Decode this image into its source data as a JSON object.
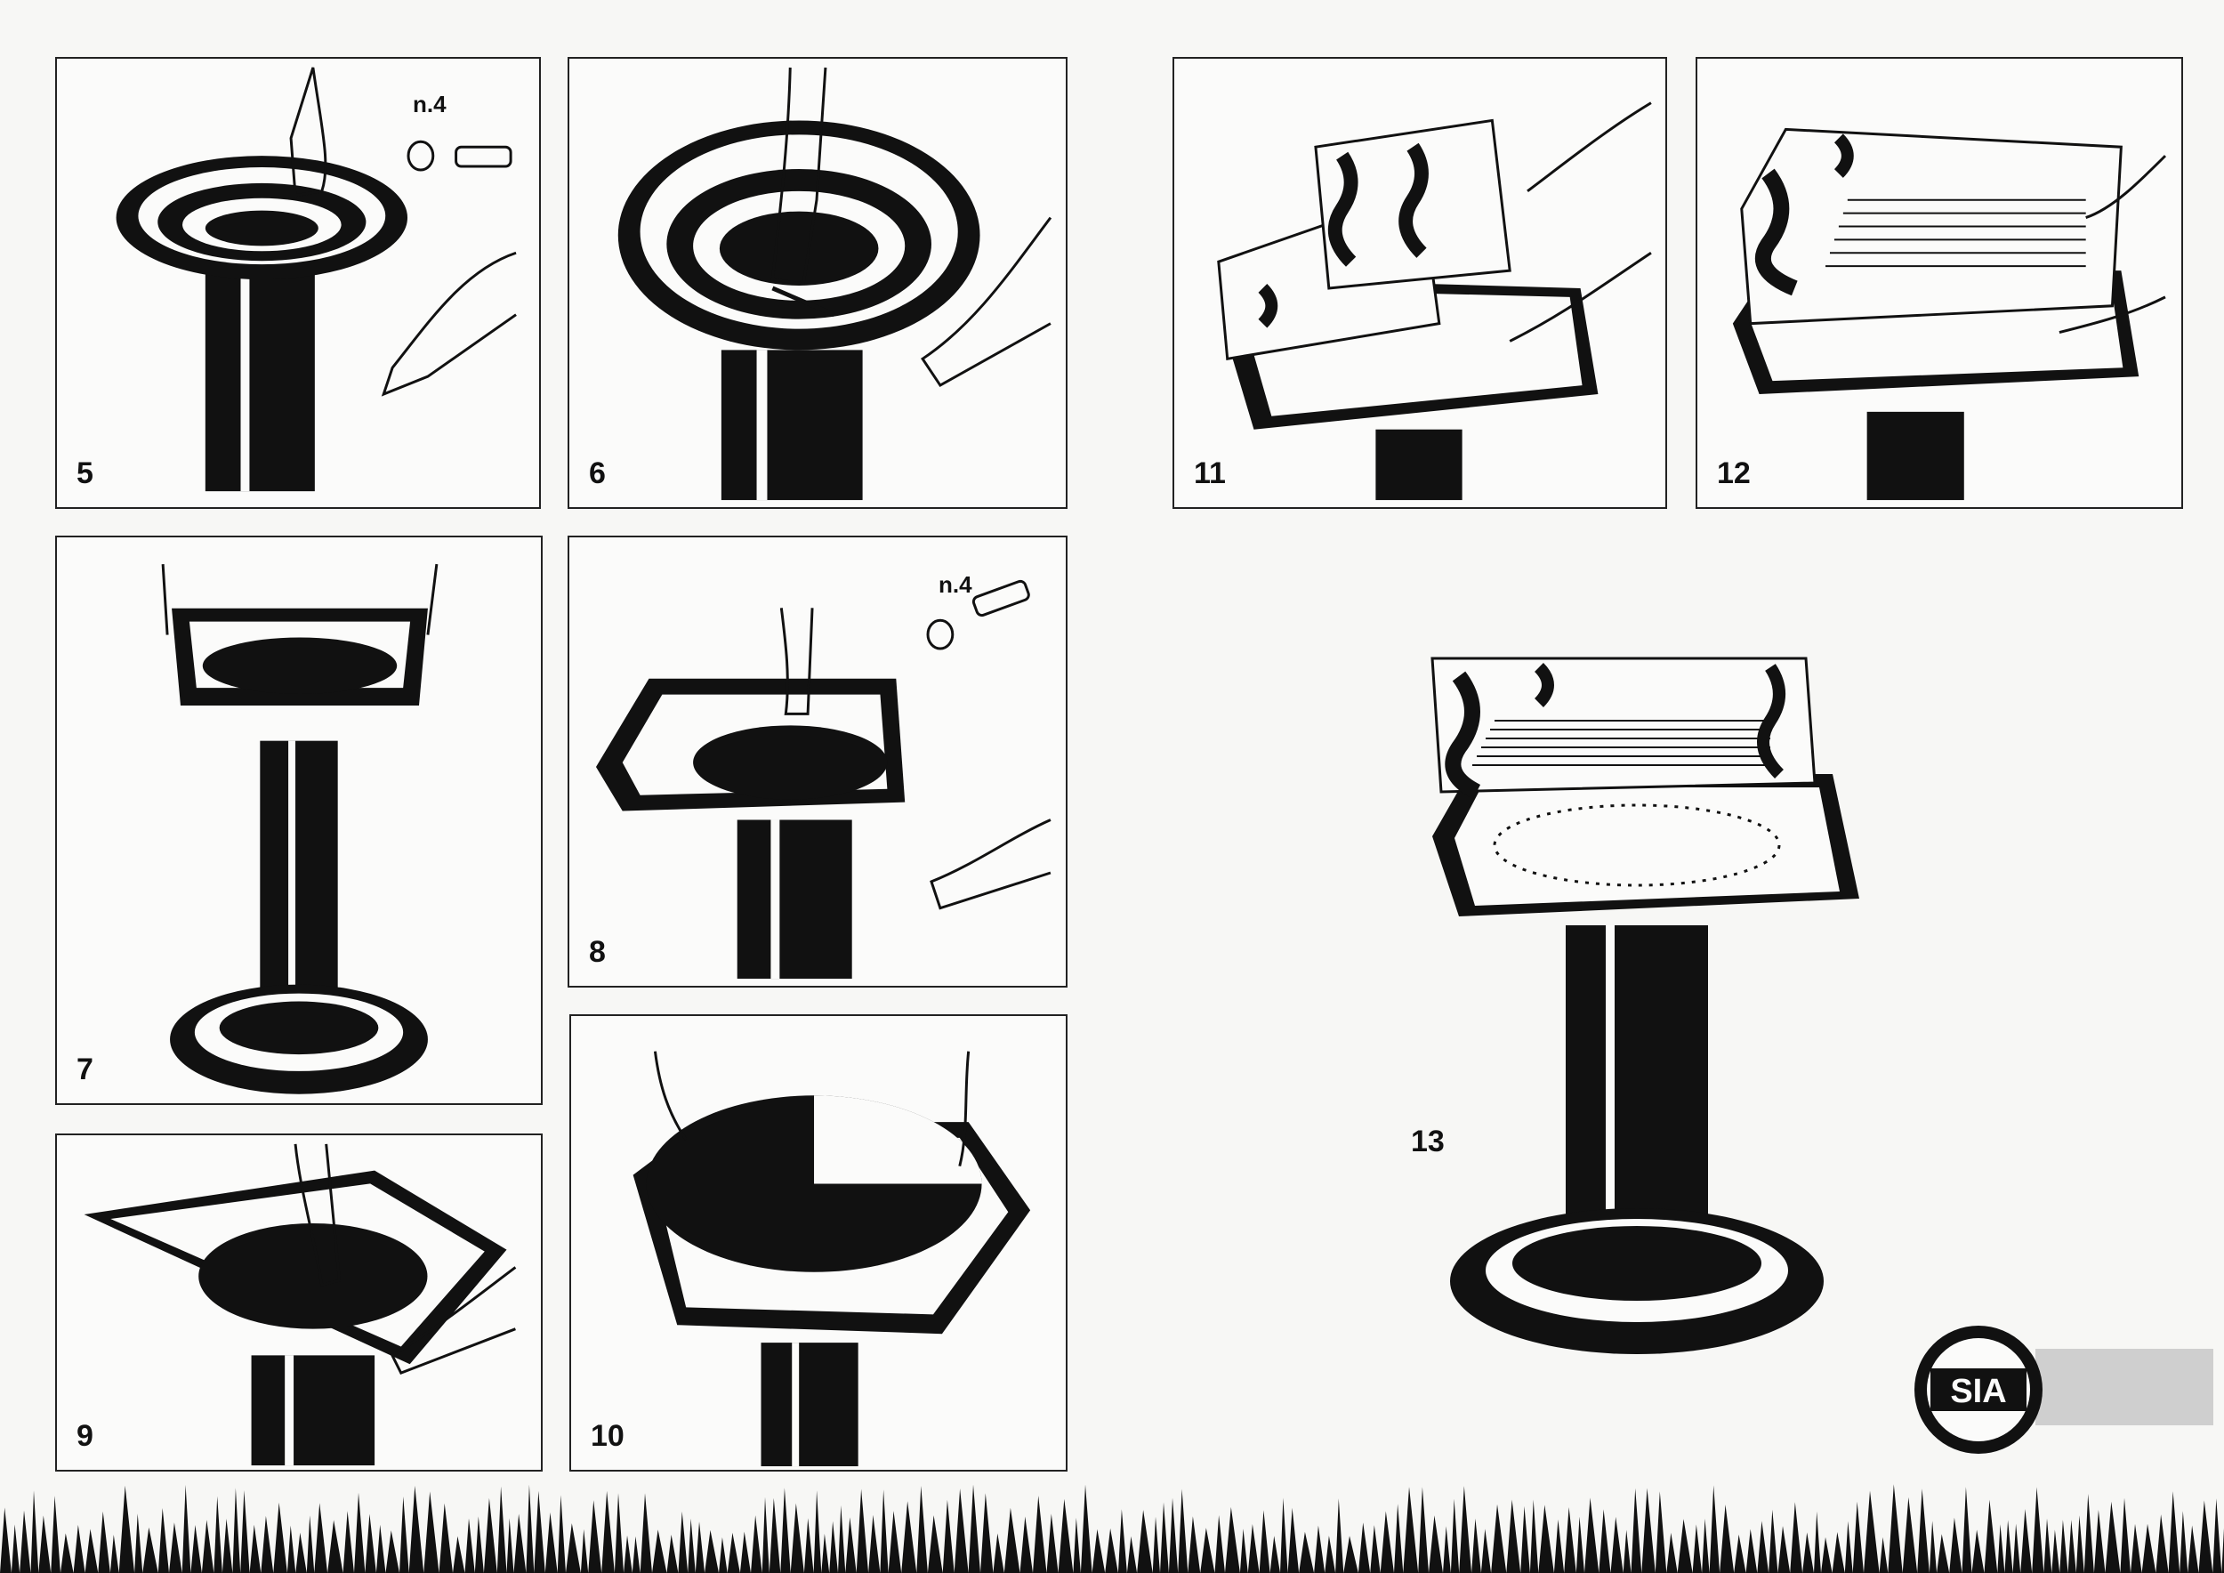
{
  "steps": [
    {
      "num": "5",
      "qty": "n.4"
    },
    {
      "num": "6"
    },
    {
      "num": "7"
    },
    {
      "num": "8",
      "qty": "n.4"
    },
    {
      "num": "9"
    },
    {
      "num": "10"
    },
    {
      "num": "11"
    },
    {
      "num": "12"
    },
    {
      "num": "13"
    }
  ],
  "logo": {
    "text": "SIA"
  },
  "colors": {
    "ink": "#111111",
    "paper": "#fbfbfa",
    "logo_band": "#cfcfcf"
  }
}
